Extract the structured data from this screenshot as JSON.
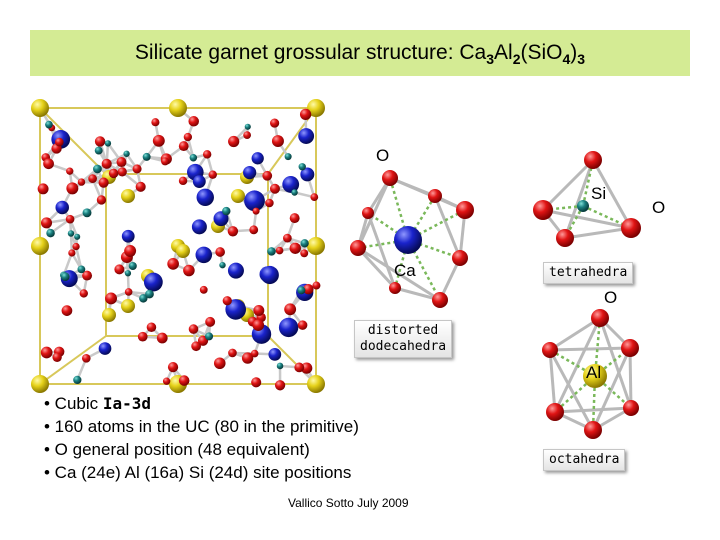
{
  "title": {
    "text": "Silicate garnet grossular structure: Ca",
    "sub1": "3",
    "mid1": "Al",
    "sub2": "2",
    "mid2": "(SiO",
    "sub3": "4",
    "mid3": ")",
    "sub4": "3"
  },
  "labels": {
    "o_dodeca": "O",
    "si": "Si",
    "o_tetra_right": "O",
    "ca": "Ca",
    "o_octa": "O",
    "al": "Al"
  },
  "tags": {
    "tetrahedra": "tetrahedra",
    "distorted_line1": "distorted",
    "distorted_line2": "dodecahedra",
    "octahedra": "octahedra"
  },
  "bullets": {
    "b1_prefix": "• Cubic ",
    "b1_group": "Ia-3d",
    "b2": "• 160 atoms in the UC (80 in the primitive)",
    "b3": "• O general position (48 equivalent)",
    "b4": "• Ca (24e) Al (16a) Si (24d) site positions"
  },
  "credit": "Vallico Sotto  July 2009",
  "colors": {
    "title_bg": "#d4eb94",
    "oxygen": "#dd1111",
    "calcium": "#1a23cc",
    "aluminium": "#e6d21a",
    "silicon": "#1a8080",
    "bond": "#c9c9c9",
    "cell_edge": "#d8c85a",
    "polyhedron_edge": "#7ab85a"
  }
}
